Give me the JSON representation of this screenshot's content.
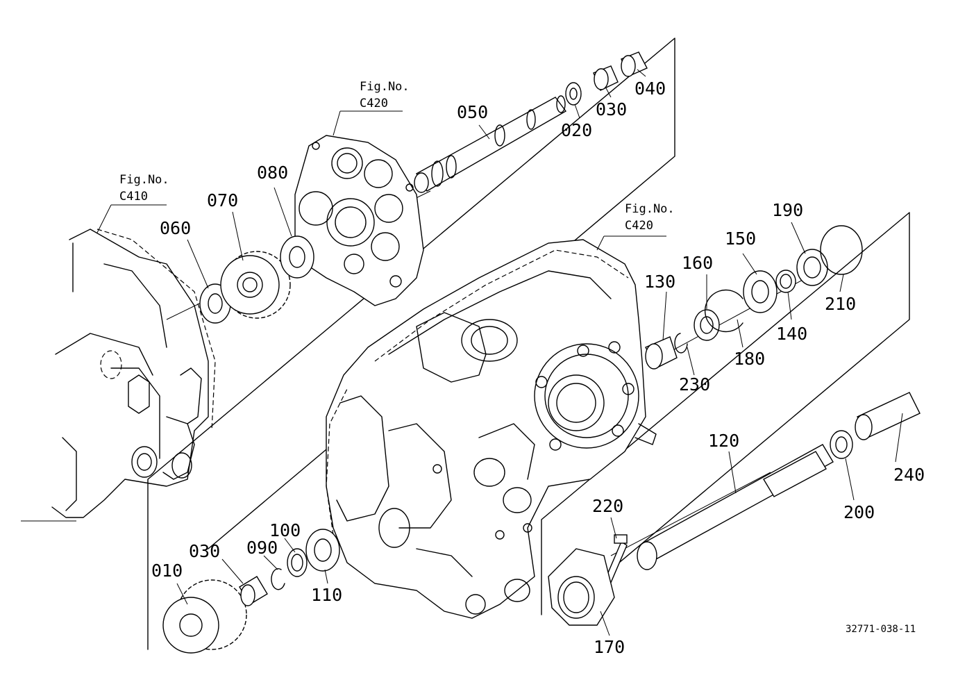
{
  "figure_refs": [
    {
      "label": "Fig.No.",
      "code": "C420"
    },
    {
      "label": "Fig.No.",
      "code": "C410"
    },
    {
      "label": "Fig.No.",
      "code": "C420"
    }
  ],
  "parts": {
    "p010": "010",
    "p020": "020",
    "p030a": "030",
    "p030b": "030",
    "p040": "040",
    "p050": "050",
    "p060": "060",
    "p070": "070",
    "p080": "080",
    "p090": "090",
    "p100": "100",
    "p110": "110",
    "p120": "120",
    "p130": "130",
    "p140": "140",
    "p150": "150",
    "p160": "160",
    "p170": "170",
    "p180": "180",
    "p190": "190",
    "p200": "200",
    "p210": "210",
    "p220": "220",
    "p230": "230",
    "p240": "240"
  },
  "drawing_code": "32771-038-11"
}
